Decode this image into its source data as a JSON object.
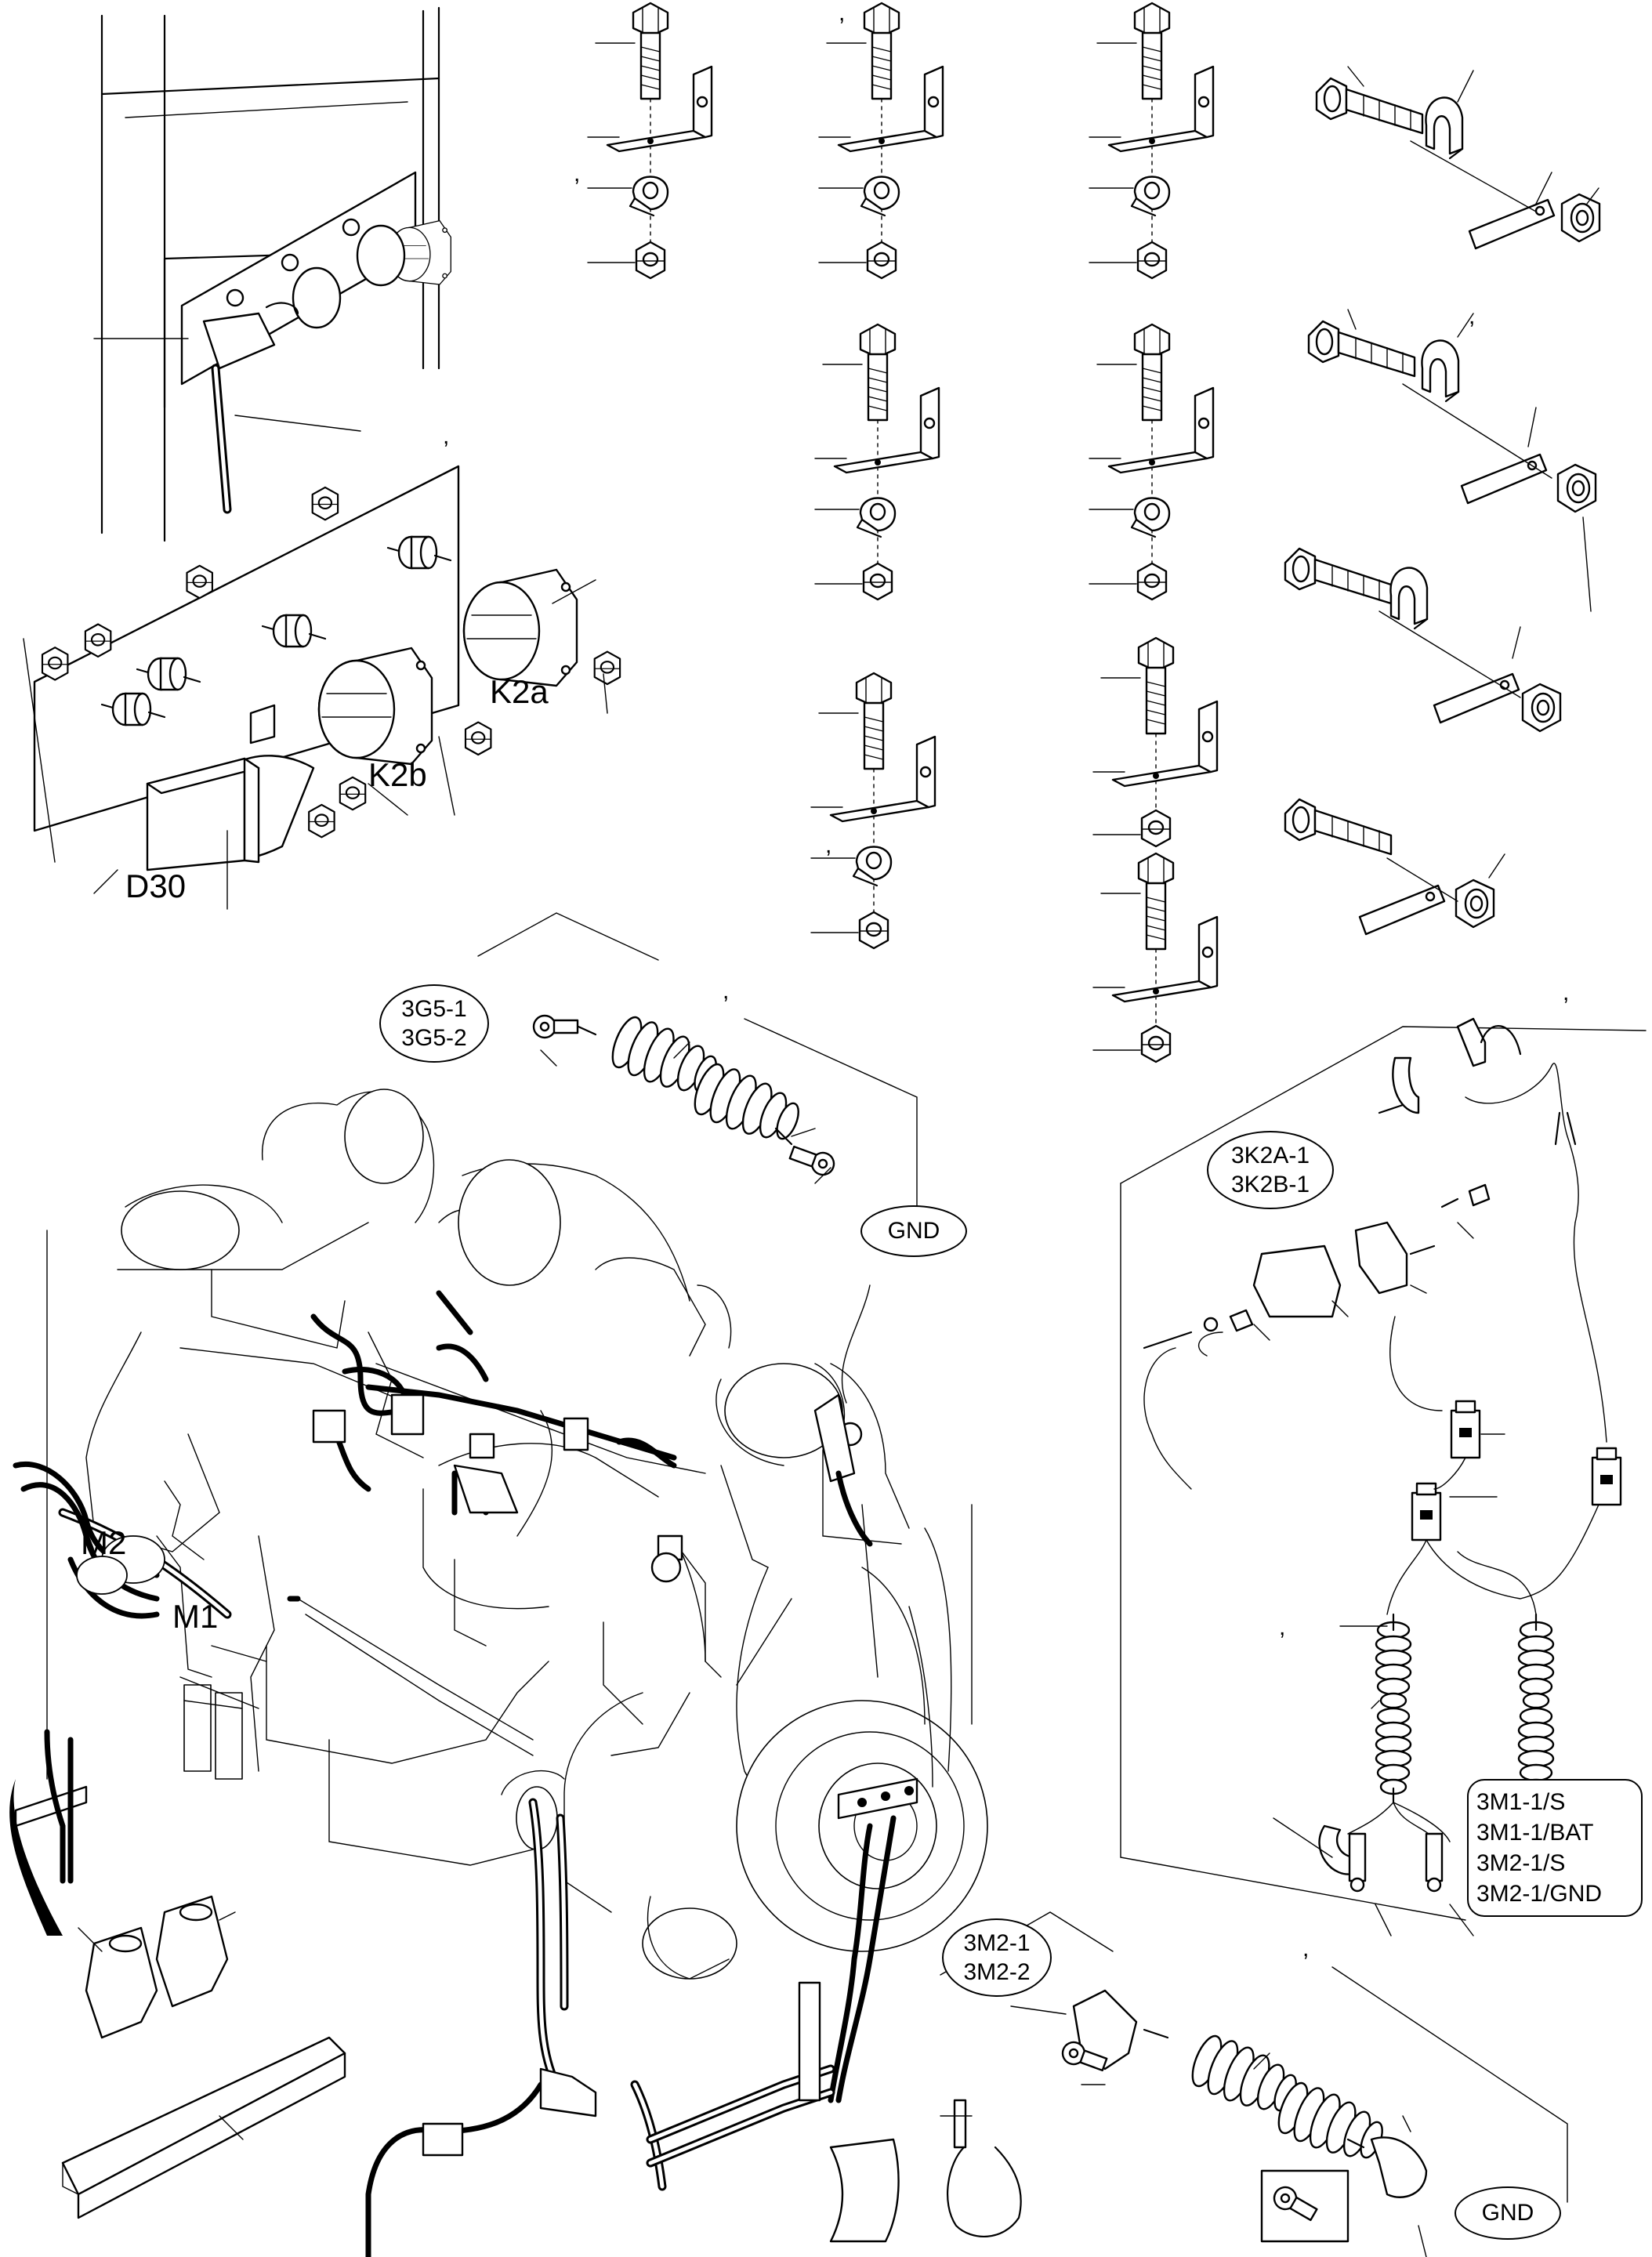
{
  "diagram": {
    "labels": {
      "k2a": "K2a",
      "k2b": "K2b",
      "d30": "D30",
      "m1": "M1",
      "m2": "M2"
    },
    "callouts": {
      "g5": [
        "3G5-1",
        "3G5-2"
      ],
      "gnd_top": "GND",
      "k2": [
        "3K2A-1",
        "3K2B-1"
      ],
      "m_list": [
        "3M1-1/S",
        "3M1-1/BAT",
        "3M2-1/S",
        "3M2-1/GND"
      ],
      "m2": [
        "3M2-1",
        "3M2-2"
      ],
      "gnd_bottom": "GND"
    },
    "marks": {
      "tick": ","
    }
  }
}
